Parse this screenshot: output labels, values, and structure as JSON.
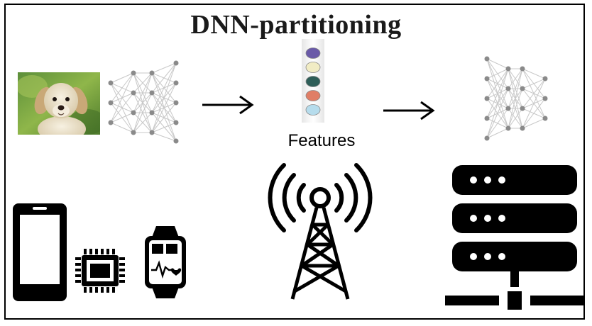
{
  "title": "DNN-partitioning",
  "features_label": "Features",
  "feature_colors": [
    "#6a5aa8",
    "#f1ecc4",
    "#2e5e58",
    "#e07e66",
    "#b6dcec"
  ],
  "icons": [
    "puppy-image",
    "edge-neural-network-icon",
    "arrow-right-icon",
    "feature-vector-icon",
    "server-neural-network-icon",
    "smartphone-icon",
    "microchip-icon",
    "smartwatch-icon",
    "radio-tower-icon",
    "server-rack-icon"
  ]
}
